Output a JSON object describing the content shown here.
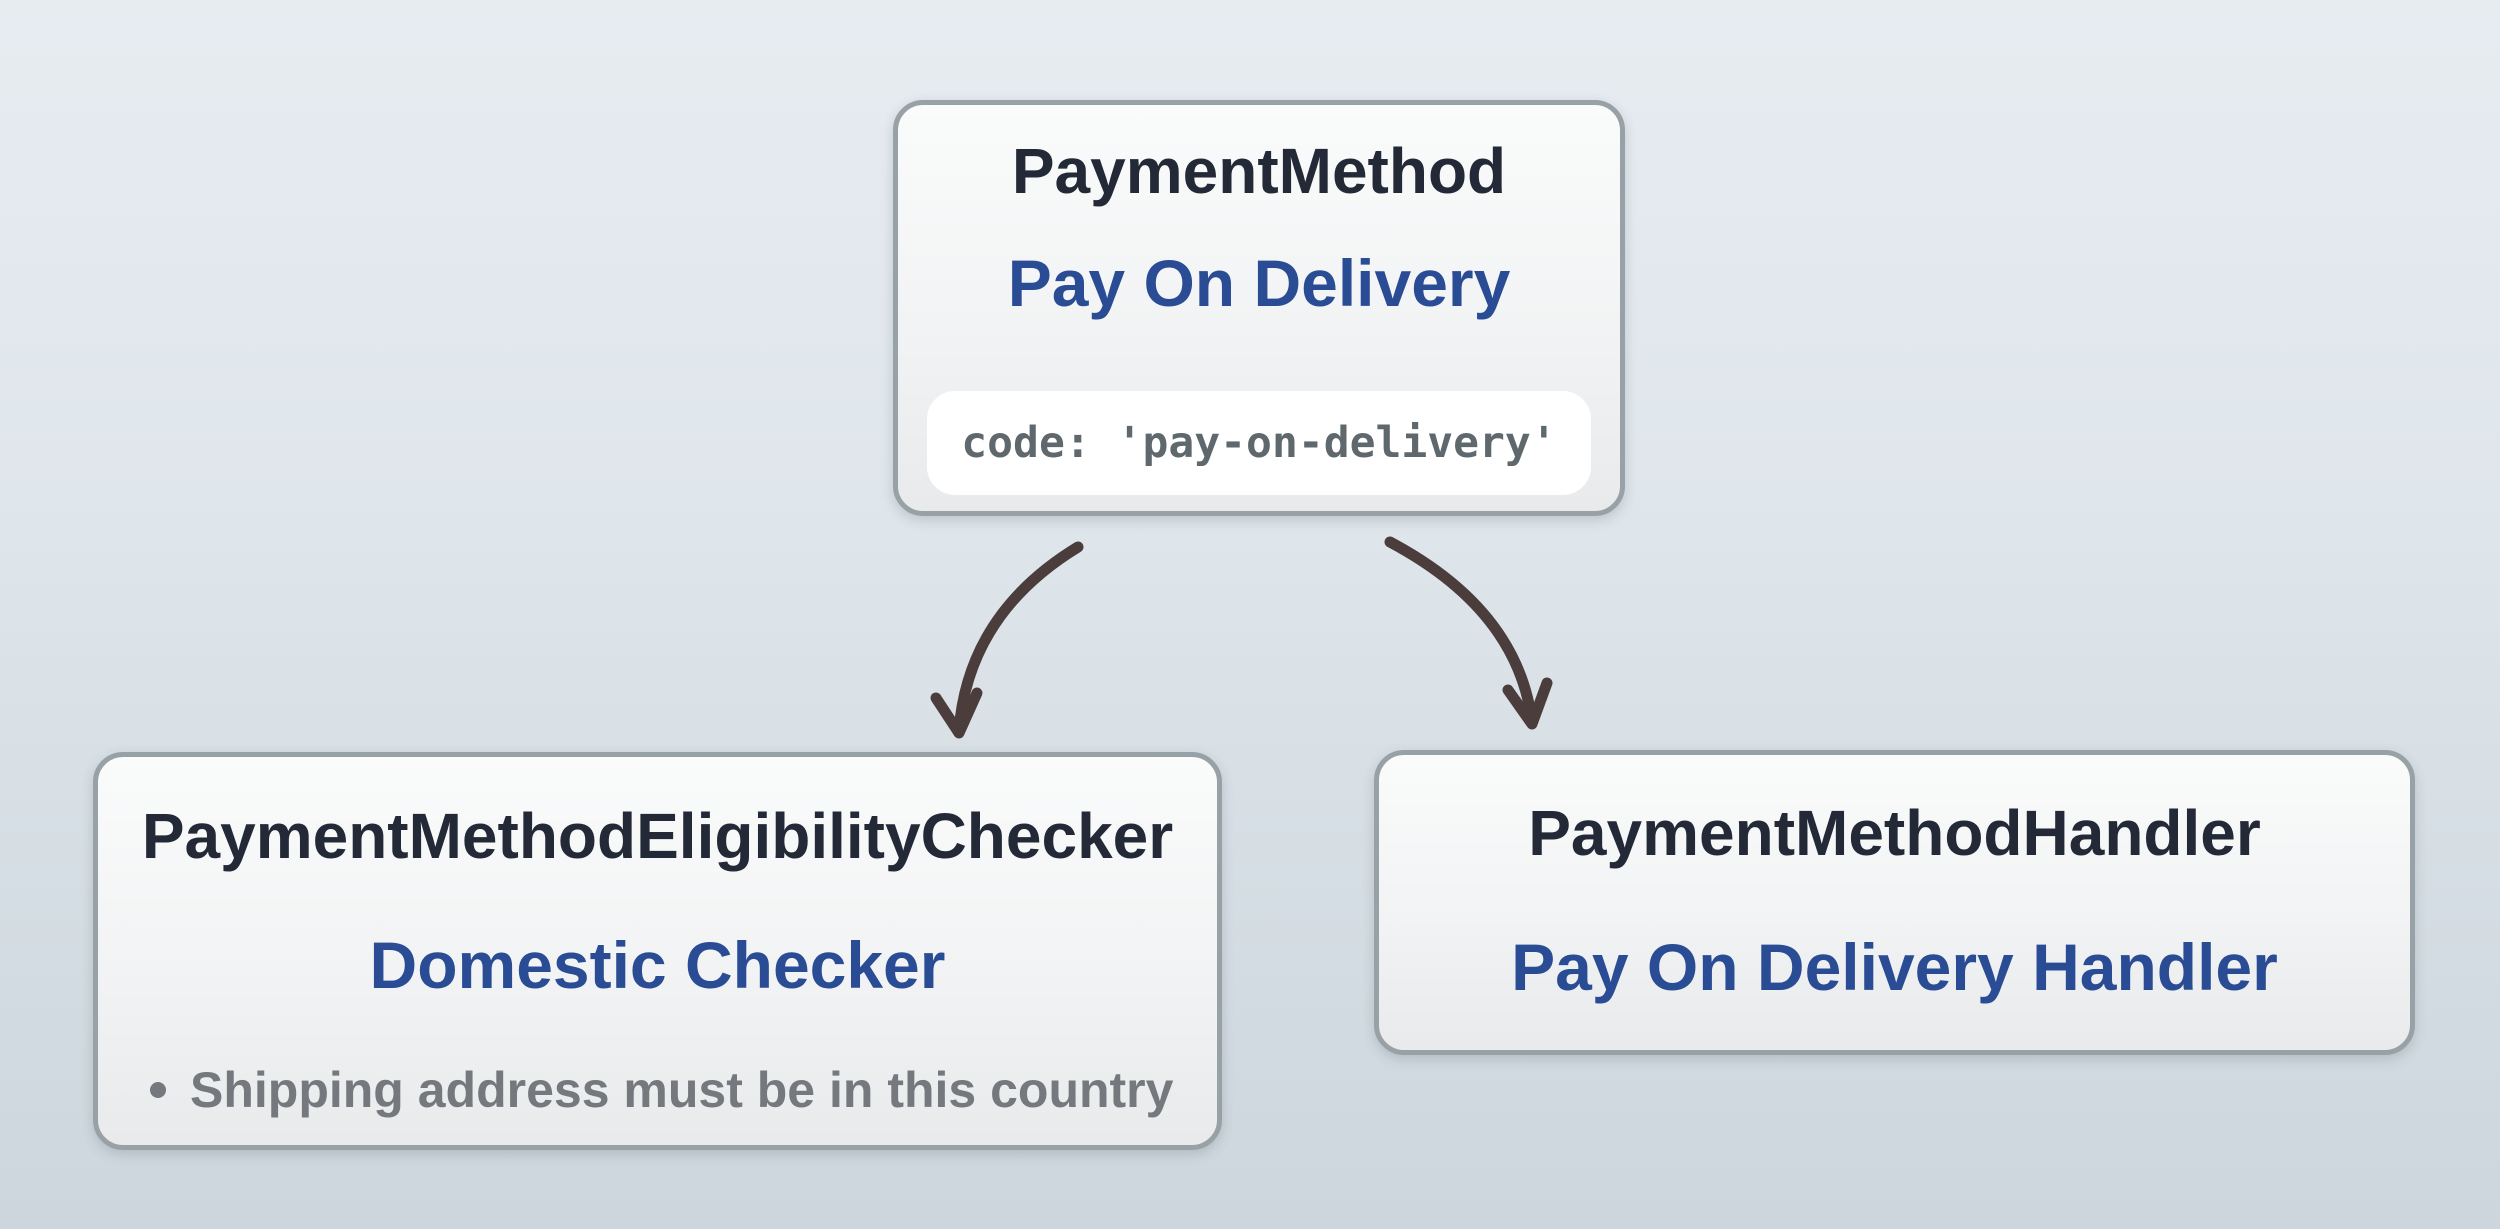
{
  "diagram": {
    "nodes": {
      "payment_method": {
        "title": "PaymentMethod",
        "subtitle": "Pay On Delivery",
        "code": "code: 'pay-on-delivery'"
      },
      "eligibility_checker": {
        "title": "PaymentMethodEligibilityChecker",
        "subtitle": "Domestic Checker",
        "bullet": "Shipping address must be in this country"
      },
      "handler": {
        "title": "PaymentMethodHandler",
        "subtitle": "Pay On Delivery Handler"
      }
    },
    "colors": {
      "background_top": "#e7ecf1",
      "background_bottom": "#ccd6dc",
      "node_border": "#97a1a6",
      "node_fill_top": "#fafbfb",
      "node_fill_bottom": "#e8eaeb",
      "title_text": "#232936",
      "accent_blue": "#2a4c94",
      "code_text": "#5f686d",
      "code_badge_fill": "#ffffff",
      "bullet_text": "#75797e",
      "arrow": "#4a3d3c"
    }
  }
}
